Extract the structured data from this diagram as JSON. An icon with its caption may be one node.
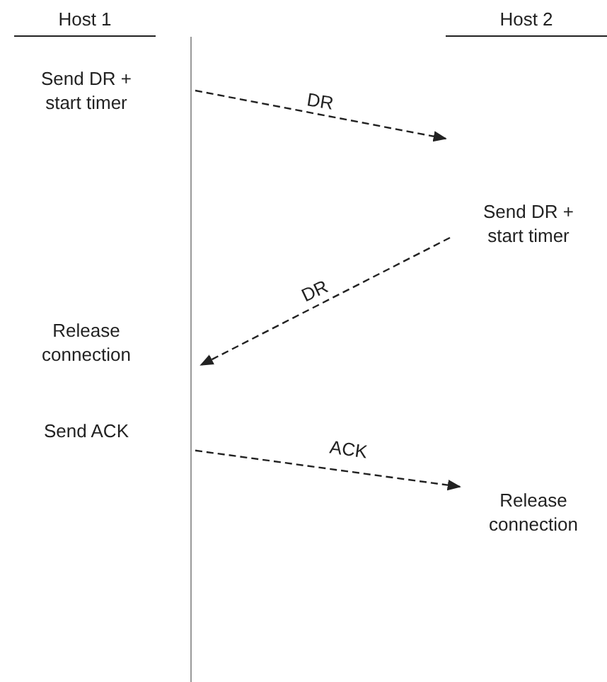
{
  "diagram": {
    "nodes": [
      {
        "text": [
          "Host 1"
        ]
      },
      {
        "text": [
          "Host 2"
        ]
      },
      {
        "text": [
          "Send DR + start timer"
        ]
      },
      {
        "text": [
          "Send DR + start timer"
        ]
      },
      {
        "text": [
          "Release connection"
        ]
      },
      {
        "text": [
          "Send ACK"
        ]
      },
      {
        "text": [
          "Release connection"
        ]
      }
    ],
    "edges": [
      {
        "from": 2,
        "to": null,
        "arrow": "to",
        "label": "DR",
        "style": "dashed"
      },
      {
        "from": 3,
        "to": null,
        "arrow": "to",
        "label": "DR",
        "style": "dashed"
      },
      {
        "from": 5,
        "to": 6,
        "arrow": "to",
        "label": "ACK",
        "style": "dashed"
      }
    ]
  }
}
